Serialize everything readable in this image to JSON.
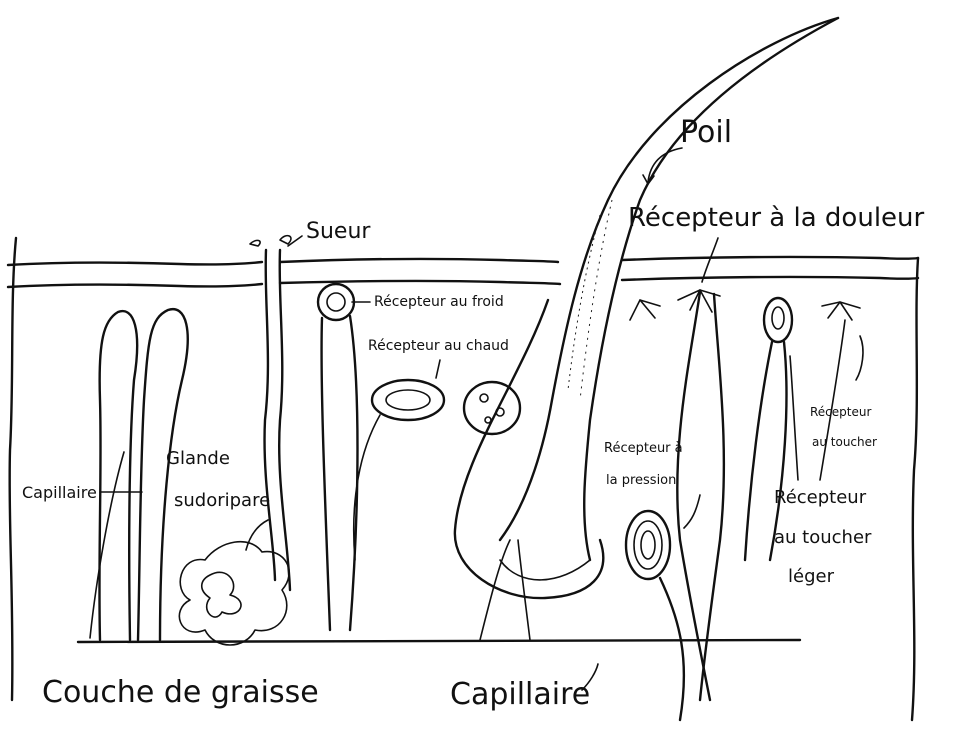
{
  "labels": {
    "poil": "Poil",
    "sueur": "Sueur",
    "recepteur_douleur": "Récepteur à la douleur",
    "recepteur_froid": "Récepteur au froid",
    "recepteur_chaud": "Récepteur au chaud",
    "recepteur_pression": [
      "Récepteur à",
      "la pression"
    ],
    "recepteur_toucher": [
      "Récepteur",
      "au toucher"
    ],
    "recepteur_toucher_leger": [
      "Récepteur",
      "au toucher",
      "léger"
    ],
    "glande_sudoripare": [
      "Glande",
      "sudoripare"
    ],
    "capillaire_left": "Capillaire",
    "capillaire_bottom": "Capillaire",
    "couche_graisse": "Couche de graisse"
  },
  "colors": {
    "ink": "#111111",
    "background": "#ffffff"
  }
}
